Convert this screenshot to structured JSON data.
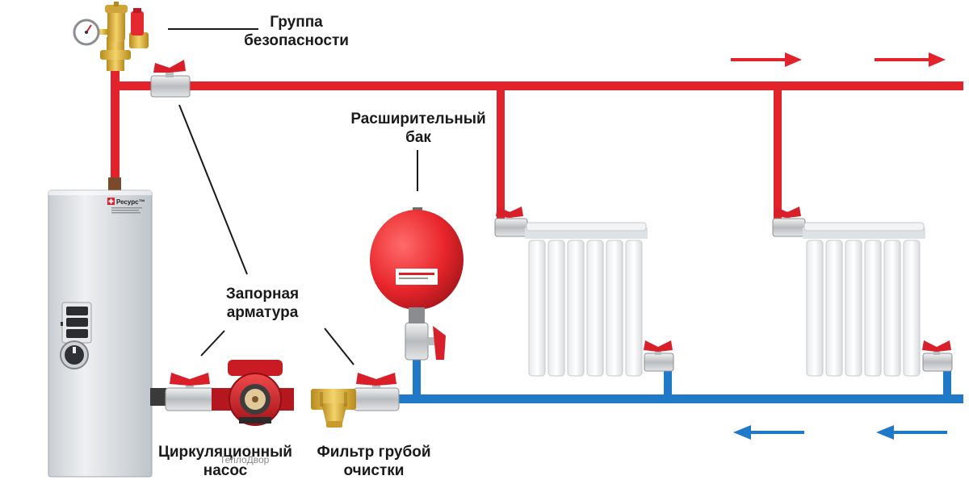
{
  "labels": {
    "safety_group": [
      "Группа",
      "безопасности"
    ],
    "expansion_tank": [
      "Расширительный",
      "бак"
    ],
    "shutoff_valves": [
      "Запорная",
      "арматура"
    ],
    "circulation_pump": [
      "Циркуляционный",
      "насос"
    ],
    "coarse_filter": [
      "Фильтр грубой",
      "очистки"
    ]
  },
  "boiler": {
    "brand": "Ресурс™"
  },
  "watermark": "ТеплоДвор",
  "colors": {
    "supply_pipe": "#e3232c",
    "return_pipe": "#1f78c8",
    "boiler_body": "#d9dde1",
    "tank": "#e8262b",
    "valve_handle": "#d81f2a",
    "brass": "#e2b63a",
    "radiator": "#f4f5f6"
  },
  "flow_arrows": {
    "supply": [
      "right-arrow",
      "right-arrow"
    ],
    "return": [
      "left-arrow",
      "left-arrow"
    ]
  }
}
